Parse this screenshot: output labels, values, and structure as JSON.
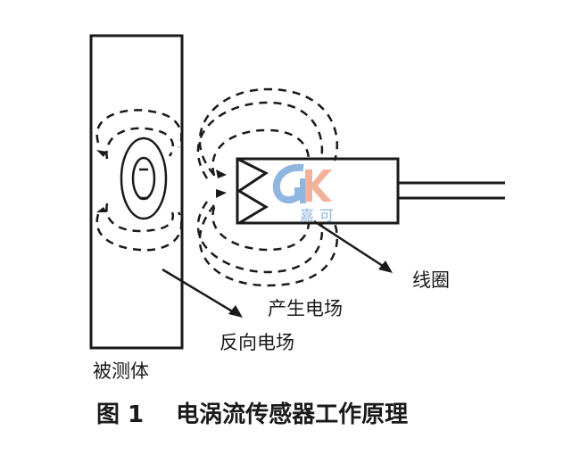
{
  "figure": {
    "caption_number": "图 1",
    "caption_title": "电涡流传感器工作原理"
  },
  "labels": {
    "coil": "线圈",
    "generated_field": "产生电场",
    "reverse_field": "反向电场",
    "measured_object": "被测体"
  },
  "watermark": {
    "logo_letters": "GK",
    "text_1": "嘉",
    "text_2": "可",
    "color_blue": "#8fb6e0",
    "color_salmon": "#f2b29a"
  },
  "colors": {
    "line": "#1a1a1a",
    "background": "#ffffff"
  }
}
